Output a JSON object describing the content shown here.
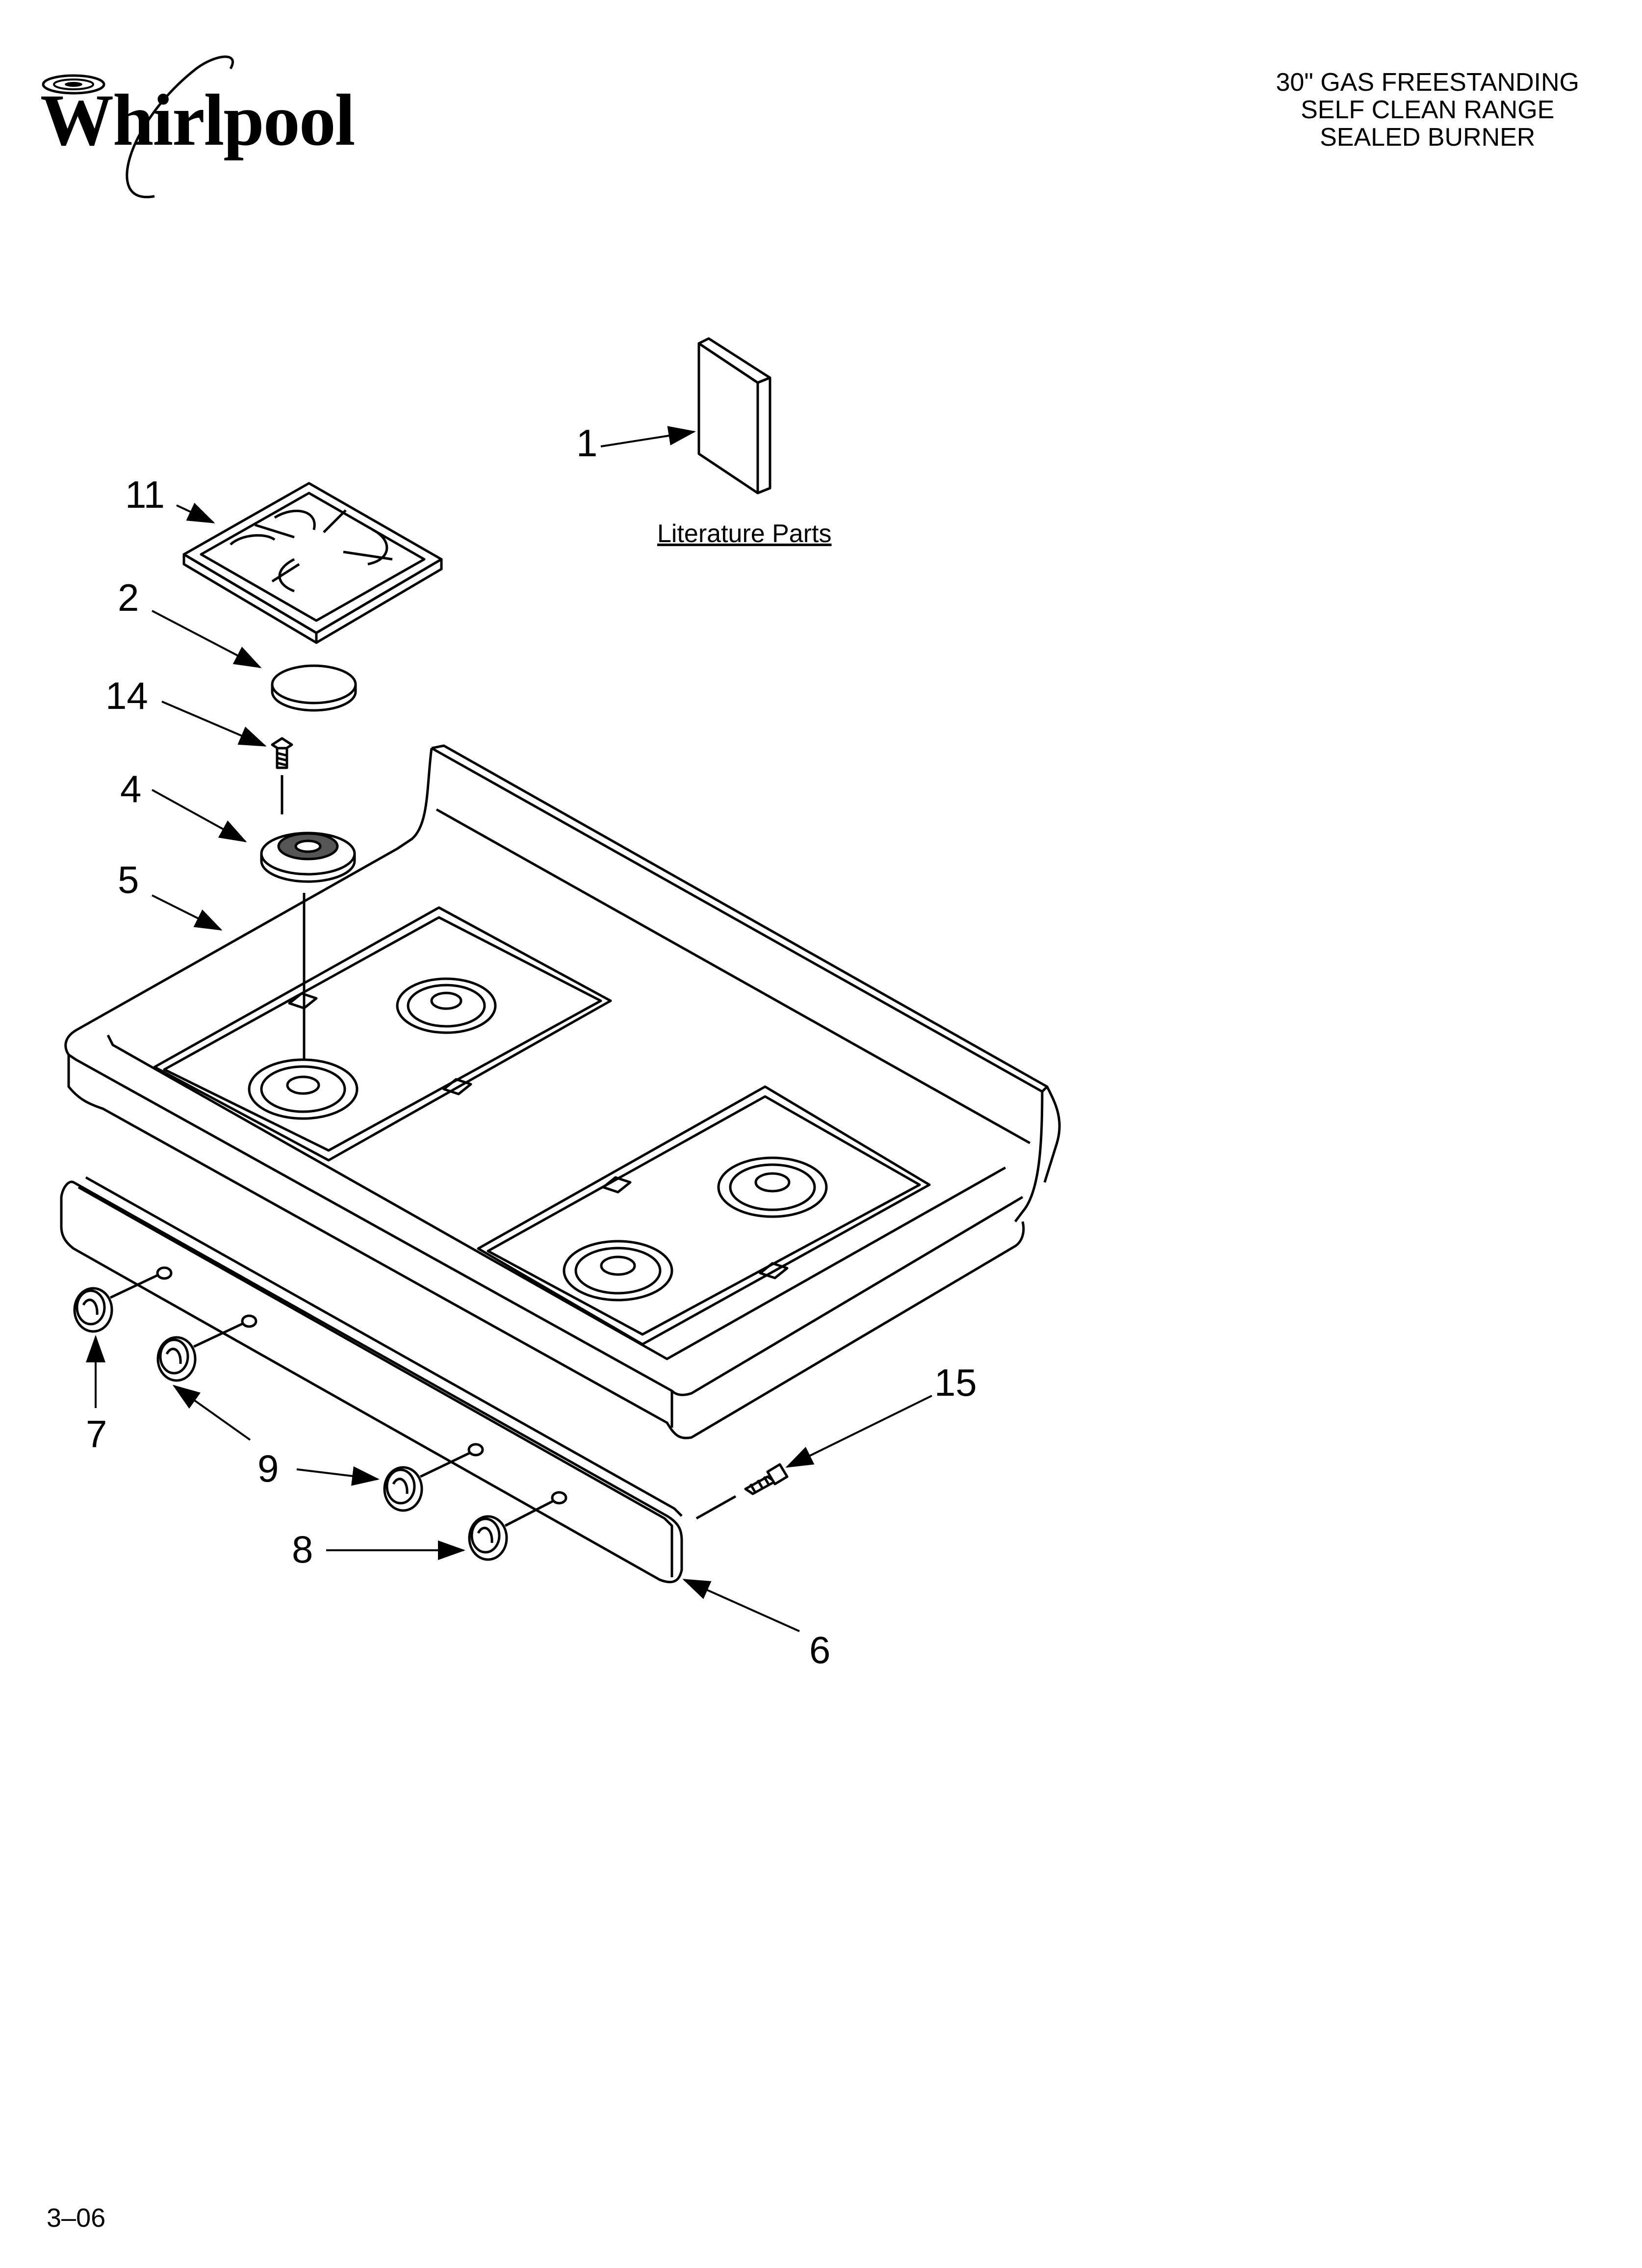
{
  "brand": {
    "name": "Whirlpool",
    "logo_icon": "whirlpool-swirl-logo"
  },
  "header": {
    "title_lines": [
      "30\" GAS FREESTANDING",
      "SELF CLEAN RANGE",
      "SEALED BURNER"
    ]
  },
  "diagram": {
    "literature_label": "Literature Parts",
    "callouts": {
      "p1": "1",
      "p11": "11",
      "p2": "2",
      "p14": "14",
      "p4": "4",
      "p5": "5",
      "p7": "7",
      "p9": "9",
      "p8": "8",
      "p6": "6",
      "p15": "15"
    }
  },
  "footer": {
    "page_code": "3–06"
  }
}
